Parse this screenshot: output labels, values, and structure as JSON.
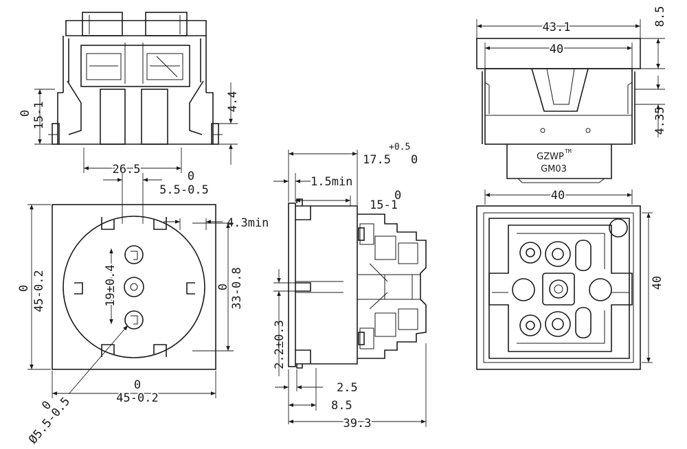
{
  "label": {
    "brand": "GZWP",
    "trademark": "TM",
    "model": "GM03"
  },
  "dims": {
    "d_26_5": "26.5",
    "d_5_5_zero": "0",
    "d_5_5": "5.5-0.5",
    "d_15_1_zero": "0",
    "d_15_1": "15-1",
    "d_4_4": "4.4",
    "d_4_3min": "4.3min",
    "d_45_left_zero": "0",
    "d_45_left": "45-0.2",
    "d_19": "19±0.4",
    "d_33_zero": "0",
    "d_33": "33-0.8",
    "d_45_bottom_zero": "0",
    "d_45_bottom": "45-0.2",
    "d_dia_zero": "0",
    "d_dia": "Ø5.5-0.5",
    "d_17_5_tol": "+0.5",
    "d_17_5": "17.5",
    "d_17_5_zero": "0",
    "d_1_5min": "1.5min",
    "d_15_1_side_zero": "0",
    "d_15_1_side": "15-1",
    "d_2_2": "2.2±0.3",
    "d_2_5": "2.5",
    "d_8_5_bottom": "8.5",
    "d_39_3": "39.3",
    "d_43_1": "43.1",
    "d_40_top": "40",
    "d_8_5_right": "8.5",
    "d_4_35": "4.35",
    "d_40_back_top": "40",
    "d_40_back_right": "40"
  }
}
